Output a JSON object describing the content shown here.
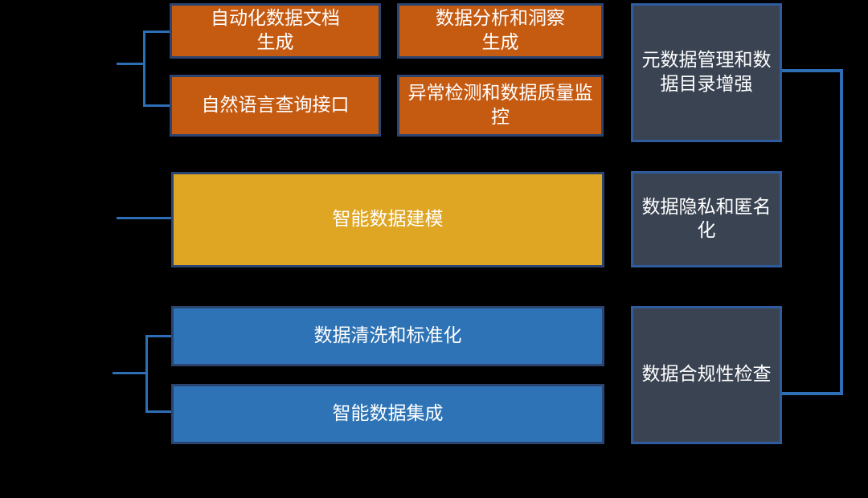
{
  "diagram": {
    "title": "",
    "boxes": {
      "auto_doc": {
        "label": "自动化数据文档\n生成"
      },
      "insight_gen": {
        "label": "数据分析和洞察\n生成"
      },
      "nl_query": {
        "label": "自然语言查询接口"
      },
      "anomaly": {
        "label": "异常检测和数据质量监\n控"
      },
      "modeling": {
        "label": "智能数据建模"
      },
      "cleaning": {
        "label": "数据清洗和标准化"
      },
      "integration": {
        "label": "智能数据集成"
      },
      "metadata": {
        "label": "元数据管理和数\n据目录增强"
      },
      "privacy": {
        "label": "数据隐私和匿名\n化"
      },
      "compliance": {
        "label": "数据合规性检查"
      }
    },
    "edges": [
      {
        "type": "bracket-left",
        "targets": [
          "auto_doc",
          "nl_query"
        ]
      },
      {
        "type": "stub-left",
        "targets": [
          "modeling"
        ]
      },
      {
        "type": "bracket-left",
        "targets": [
          "cleaning",
          "integration"
        ]
      },
      {
        "type": "elbow-right",
        "targets": [
          "metadata",
          "compliance"
        ]
      }
    ],
    "colors": {
      "bg": "#000000",
      "orange": "#C55A11",
      "yellow": "#DFA624",
      "blue": "#2E73B5",
      "dark": "#3A4352",
      "box-border": "#2B4470",
      "dark-border": "#2E5C9E",
      "connector": "#2E6EB5",
      "text": "#FFFFFF"
    }
  }
}
